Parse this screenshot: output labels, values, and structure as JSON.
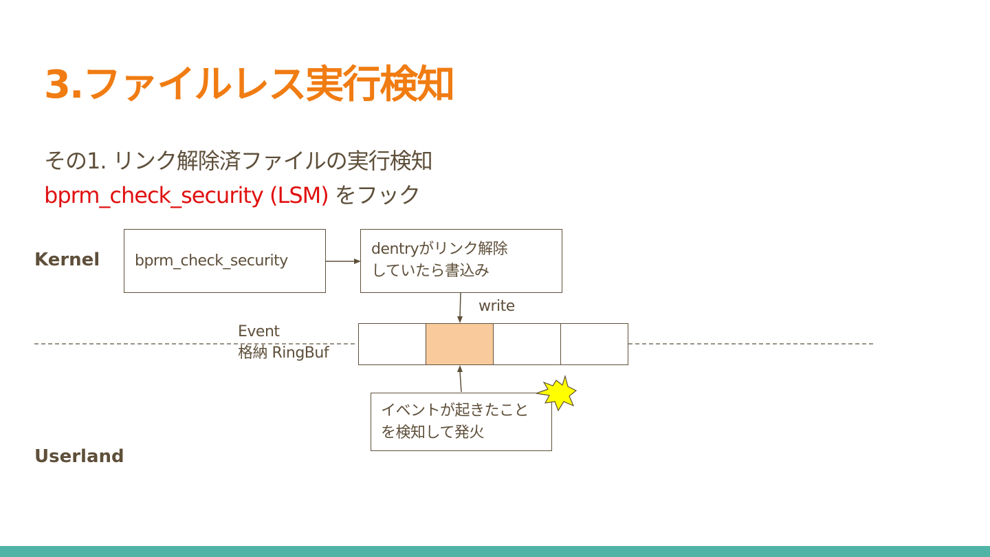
{
  "title": "3.ファイルレス実行検知",
  "subtitle": {
    "line1": "その1. リンク解除済ファイルの実行検知",
    "line2_highlight": "bprm_check_security (LSM)",
    "line2_rest": " をフック"
  },
  "labels": {
    "kernel": "Kernel",
    "userland": "Userland"
  },
  "diagram": {
    "hook_box": "bprm_check_security",
    "write_box_line1": "dentryがリンク解除",
    "write_box_line2": "していたら書込み",
    "write_label": "write",
    "ringbuf_line1": "Event",
    "ringbuf_line2": "格納 RingBuf",
    "event_box_line1": "イベントが起きたこと",
    "event_box_line2": "を検知して発火"
  },
  "colors": {
    "title": "#f07c12",
    "text": "#5e4f3a",
    "highlight": "#e01010",
    "filled_cell": "#f9cb9c",
    "burst": "#ffff00",
    "bar": "#4fb3a5"
  }
}
